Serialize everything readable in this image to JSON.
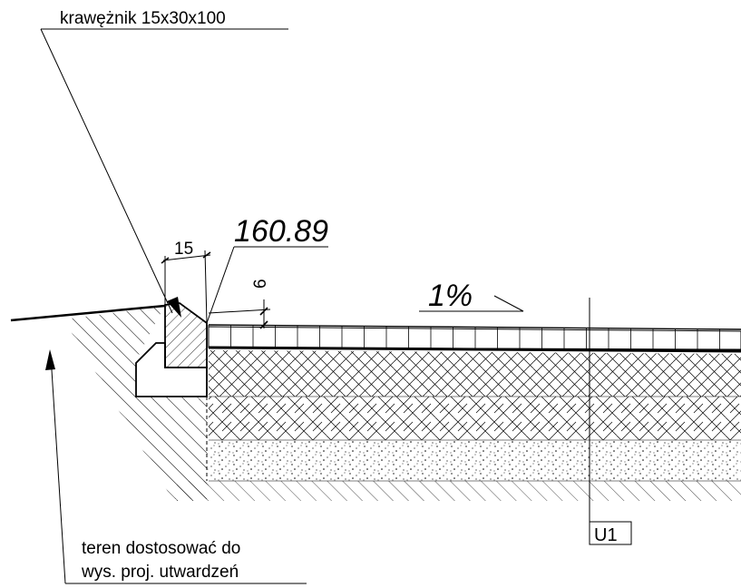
{
  "labels": {
    "curb": "krawężnik 15x30x100",
    "elevation": "160.89",
    "curb_width_dim": "15",
    "layer_thickness_dim": "6",
    "slope": "1%",
    "section_marker": "U1",
    "terrain_note_line1": "teren dostosować do",
    "terrain_note_line2": "wys. proj. utwardzeń"
  }
}
